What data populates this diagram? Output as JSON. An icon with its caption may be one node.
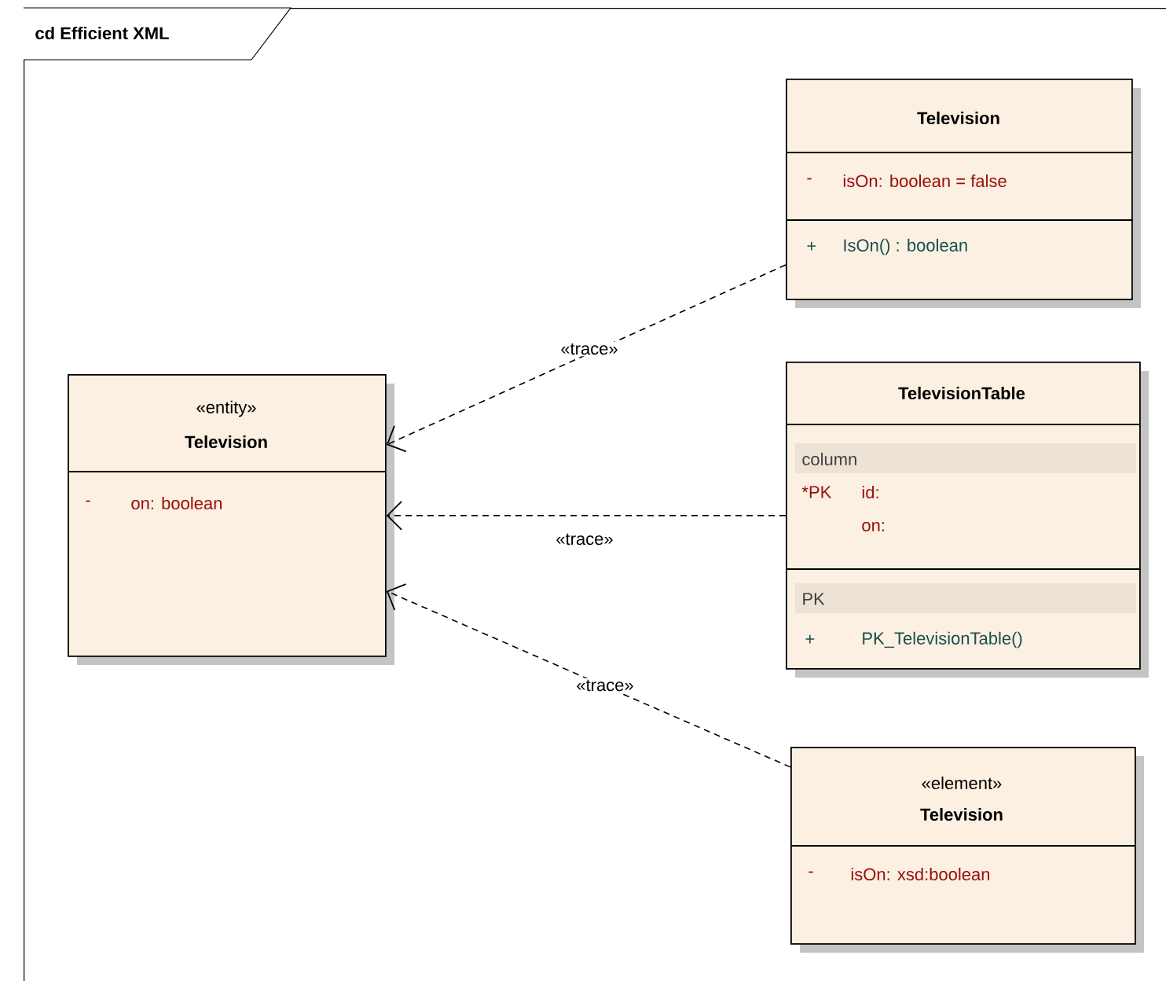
{
  "diagram": {
    "nodes": [
      {
        "text": [
          "cd Efficient XML"
        ]
      },
      {
        "text": [
          "Television",
          "-",
          "isOn: boolean = false",
          "+",
          "IsOn() : boolean"
        ],
        "in": 0
      },
      {
        "text": [
          "«entity»",
          "Television",
          "-",
          "on: boolean"
        ],
        "in": 0
      },
      {
        "text": [
          "TelevisionTable",
          "column",
          "*PK",
          "id:",
          "on:",
          "PK",
          "+",
          "PK_TelevisionTable()"
        ],
        "in": 0
      },
      {
        "text": [
          "«element»",
          "Television",
          "-",
          "isOn: xsd:boolean"
        ],
        "in": 0
      }
    ],
    "edges": [
      {
        "from": 1,
        "to": 2,
        "arrow": "to",
        "style": "dashed",
        "label": "«trace»"
      },
      {
        "from": 3,
        "to": 2,
        "arrow": "to",
        "style": "dashed",
        "label": "«trace»"
      },
      {
        "from": 4,
        "to": 2,
        "arrow": "to",
        "style": "dashed",
        "label": "«trace»"
      }
    ]
  }
}
